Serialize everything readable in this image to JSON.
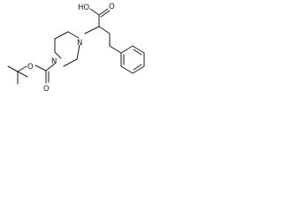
{
  "molecule": {
    "atom_labels": {
      "hydroxyl": "HO",
      "carbonyl_oxygen_acid": "O",
      "piperazine_nitrogen_top": "N",
      "piperazine_nitrogen_bottom": "N",
      "carbonyl_oxygen_boc": "O",
      "ester_oxygen_boc": "O"
    },
    "stroke_color": "#1a1a1a",
    "background_color": "#ffffff"
  }
}
